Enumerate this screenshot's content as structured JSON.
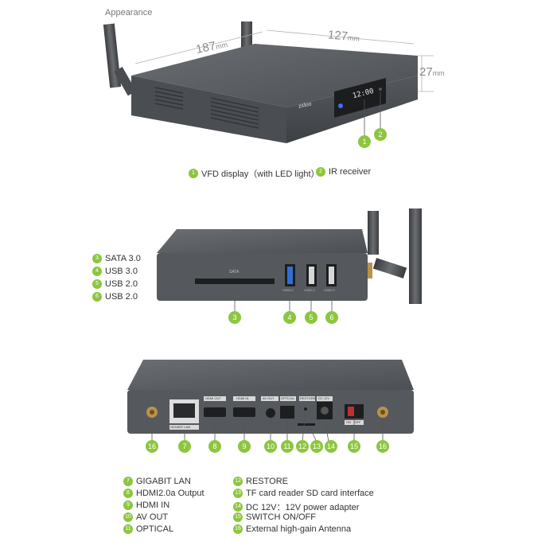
{
  "heading": "Appearance",
  "dimensions": {
    "length": {
      "value": "187",
      "unit": "mm"
    },
    "width": {
      "value": "127",
      "unit": "mm"
    },
    "height": {
      "value": "27",
      "unit": "mm"
    }
  },
  "brand": "zidoo",
  "display_time": "12:00",
  "front_legend": [
    {
      "num": "1",
      "label": "VFD display（with LED light）"
    },
    {
      "num": "2",
      "label": "IR receiver"
    }
  ],
  "side_legend": [
    {
      "num": "3",
      "label": "SATA 3.0"
    },
    {
      "num": "4",
      "label": "USB 3.0"
    },
    {
      "num": "5",
      "label": "USB 2.0"
    },
    {
      "num": "6",
      "label": "USB 2.0"
    }
  ],
  "side_port_labels": {
    "sata": "SATA",
    "usb1": "USB3.0",
    "usb2": "USB2.0",
    "usb3": "USB2.0"
  },
  "rear_port_labels": {
    "lan": "GIGABIT LAN",
    "hdmi_out": "HDMI OUT",
    "hdmi_in": "HDMI IN",
    "av_out": "AV OUT",
    "optical": "OPTICAL",
    "restore": "RESTORE",
    "dc": "DC 12V",
    "switch": "ON    OFF"
  },
  "rear_badges": [
    "16",
    "7",
    "8",
    "9",
    "10",
    "11",
    "12",
    "13",
    "14",
    "15",
    "16"
  ],
  "rear_legend_left": [
    {
      "num": "7",
      "label": "GIGABIT LAN"
    },
    {
      "num": "8",
      "label": "HDMI2.0a Output"
    },
    {
      "num": "9",
      "label": "HDMI IN"
    },
    {
      "num": "10",
      "label": "AV OUT"
    },
    {
      "num": "11",
      "label": "OPTICAL"
    }
  ],
  "rear_legend_right": [
    {
      "num": "12",
      "label": "RESTORE"
    },
    {
      "num": "13",
      "label": "TF card reader SD card interface"
    },
    {
      "num": "14",
      "label": "DC 12V：12V power adapter"
    },
    {
      "num": "15",
      "label": "SWITCH ON/OFF"
    },
    {
      "num": "16",
      "label": "External high-gain Antenna"
    }
  ],
  "colors": {
    "accent": "#8cc63f",
    "body": "#5b5f63",
    "body_dark": "#3f4246",
    "usb3_blue": "#2f6fd6"
  }
}
